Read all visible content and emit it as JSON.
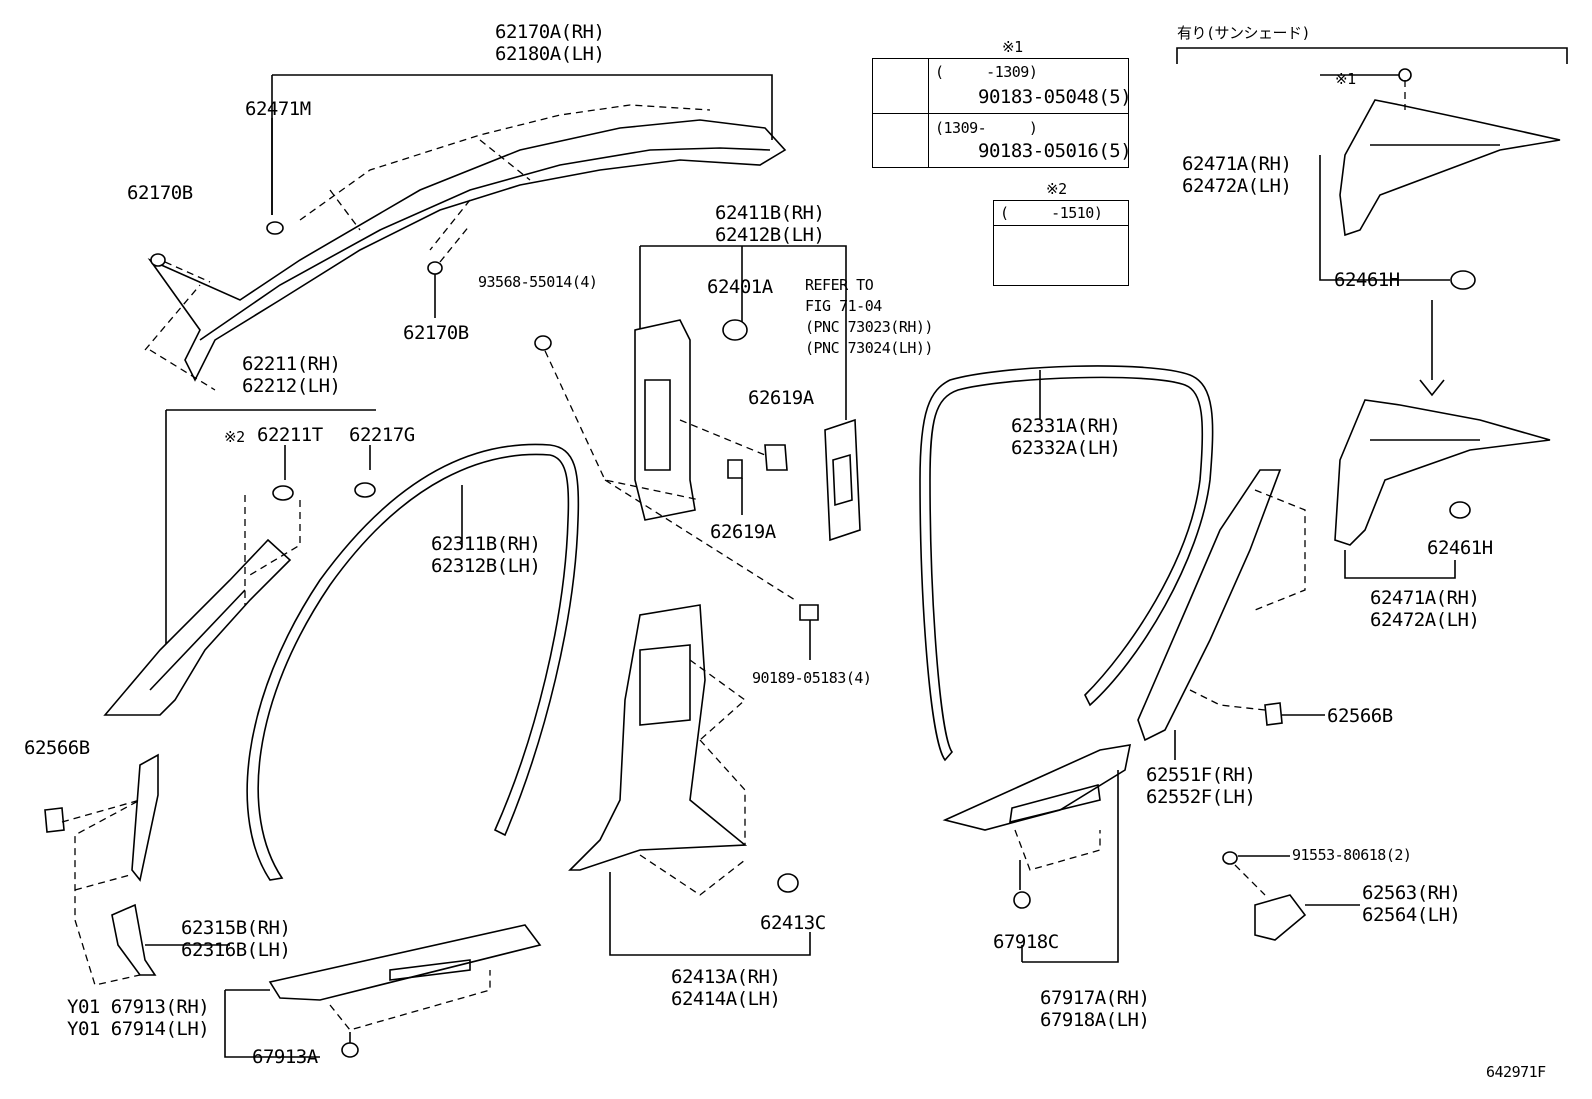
{
  "diagram_id": "642971F",
  "sunshade_note": "有り(サンシェード)",
  "table1": {
    "mark": "※1",
    "row1": {
      "range": "(     -1309)",
      "part": "90183-05048(5)"
    },
    "row2": {
      "range": "(1309-     )",
      "part": "90183-05016(5)"
    }
  },
  "table2": {
    "mark": "※2",
    "row1": {
      "range": "(     -1510)"
    }
  },
  "labels": {
    "roof_side_rh": "62170A(RH)",
    "roof_side_lh": "62180A(LH)",
    "clip_62471M": "62471M",
    "clip_62170B_a": "62170B",
    "clip_62170B_b": "62170B",
    "apillar_rh": "62211(RH)",
    "apillar_lh": "62212(LH)",
    "mark2": "※2",
    "clip_62211T": "62211T",
    "clip_62217G": "62217G",
    "weather_front_rh": "62311B(RH)",
    "weather_front_lh": "62312B(LH)",
    "screw_93568": "93568-55014(4)",
    "bpillar_upper_rh": "62411B(RH)",
    "bpillar_upper_lh": "62412B(LH)",
    "clip_62401A": "62401A",
    "refer_1": "REFER TO",
    "refer_2": "FIG 71-04",
    "refer_3": "(PNC 73023(RH))",
    "refer_4": "(PNC 73024(LH))",
    "clip_62619A_a": "62619A",
    "clip_62619A_b": "62619A",
    "nut_90189": "90189-05183(4)",
    "weather_rear_rh": "62331A(RH)",
    "weather_rear_lh": "62332A(LH)",
    "quarter_top_rh": "62471A(RH)",
    "quarter_top_lh": "62472A(LH)",
    "mark1": "※1",
    "clip_62461H_a": "62461H",
    "clip_62461H_b": "62461H",
    "quarter_bottom_rh": "62471A(RH)",
    "quarter_bottom_lh": "62472A(LH)",
    "clip_62566B_a": "62566B",
    "clip_62566B_b": "62566B",
    "cowl_rh": "62315B(RH)",
    "cowl_lh": "62316B(LH)",
    "scuff_front_rh": "Y01 67913(RH)",
    "scuff_front_lh": "Y01 67914(LH)",
    "clip_67913A": "67913A",
    "bpillar_lower_rh": "62413A(RH)",
    "bpillar_lower_lh": "62414A(LH)",
    "clip_62413C": "62413C",
    "clip_67918C": "67918C",
    "scuff_rear_rh": "67917A(RH)",
    "scuff_rear_lh": "67918A(LH)",
    "cpillar_rh": "62551F(RH)",
    "cpillar_lh": "62552F(LH)",
    "bolt_91553": "91553-80618(2)",
    "bracket_rh": "62563(RH)",
    "bracket_lh": "62564(LH)"
  }
}
